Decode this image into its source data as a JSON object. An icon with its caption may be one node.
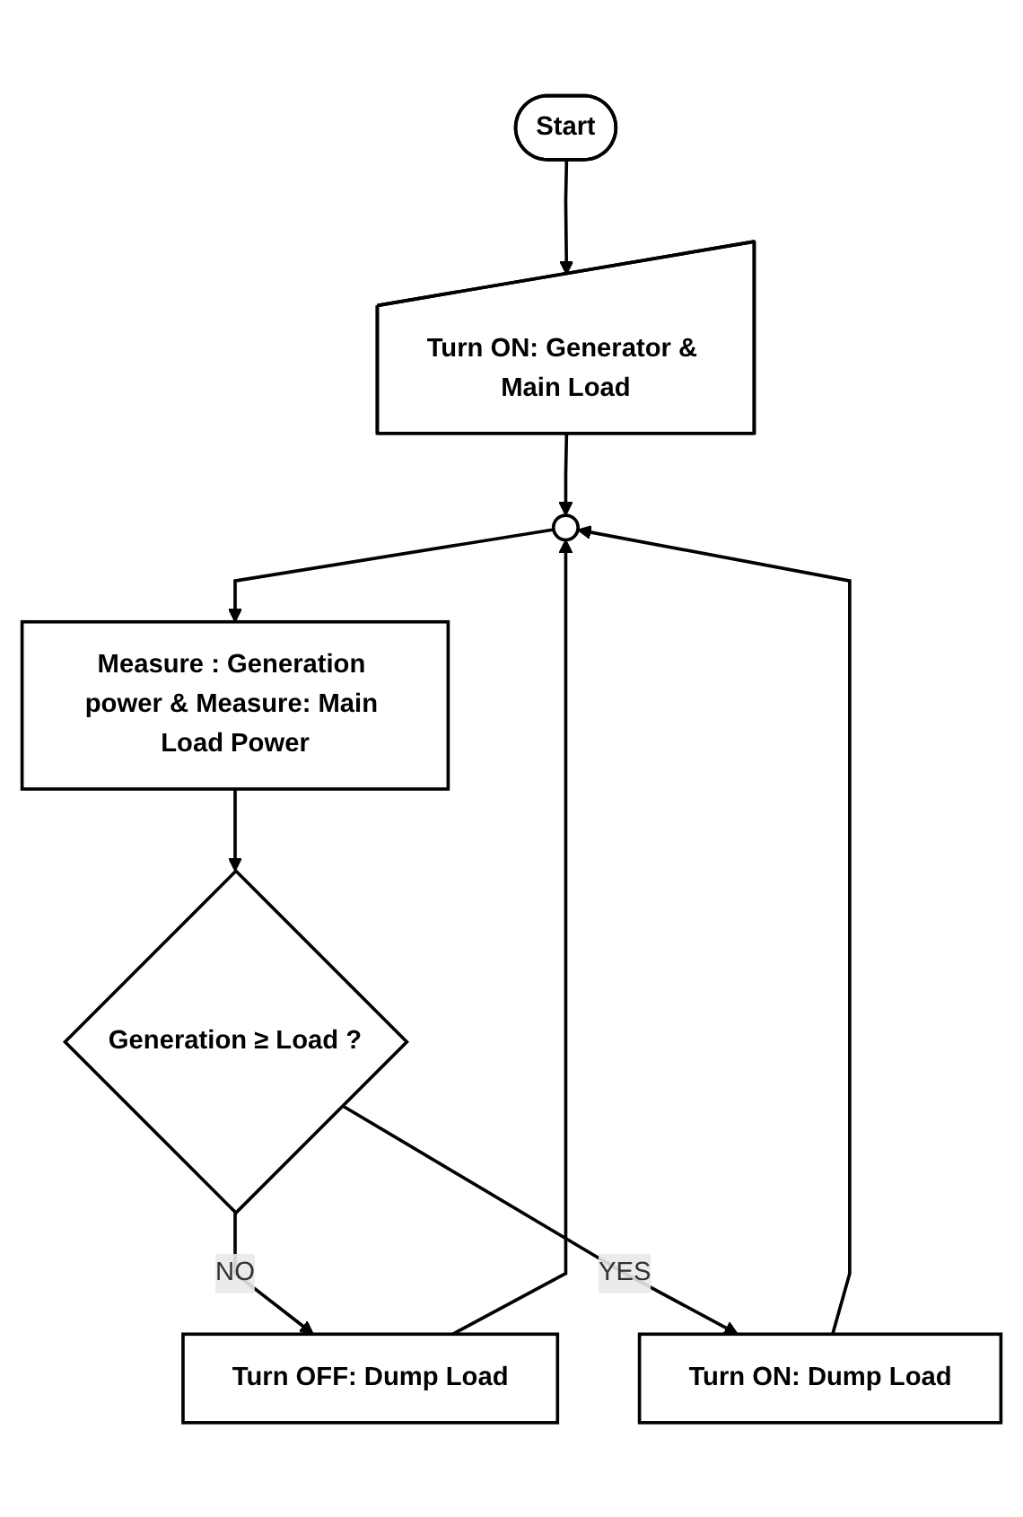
{
  "diagram": {
    "nodes": [
      {
        "text": [
          "Start"
        ]
      },
      {
        "text": [
          "Turn ON: Generator & Main Load"
        ]
      },
      {
        "text": [],
        "shape": "circle"
      },
      {
        "text": [
          "Measure : Generation power & Measure: Main Load Power"
        ]
      },
      {
        "text": [
          "Generation ≥ Load ?"
        ]
      },
      {
        "text": [
          "Turn OFF: Dump Load"
        ]
      },
      {
        "text": [
          "Turn ON: Dump Load"
        ]
      }
    ],
    "edges": [
      {
        "from": 0,
        "to": 1,
        "arrow": "to"
      },
      {
        "from": 1,
        "to": 2,
        "arrow": "to"
      },
      {
        "from": 2,
        "to": 3,
        "arrow": "to"
      },
      {
        "from": 3,
        "to": 4,
        "arrow": "to"
      },
      {
        "from": 4,
        "to": 5,
        "arrow": "to",
        "label": "NO"
      },
      {
        "from": 4,
        "to": 6,
        "arrow": "to",
        "label": "YES"
      },
      {
        "from": 6,
        "to": 2,
        "arrow": "to"
      },
      {
        "from": 5,
        "to": 2,
        "arrow": "to"
      }
    ]
  }
}
